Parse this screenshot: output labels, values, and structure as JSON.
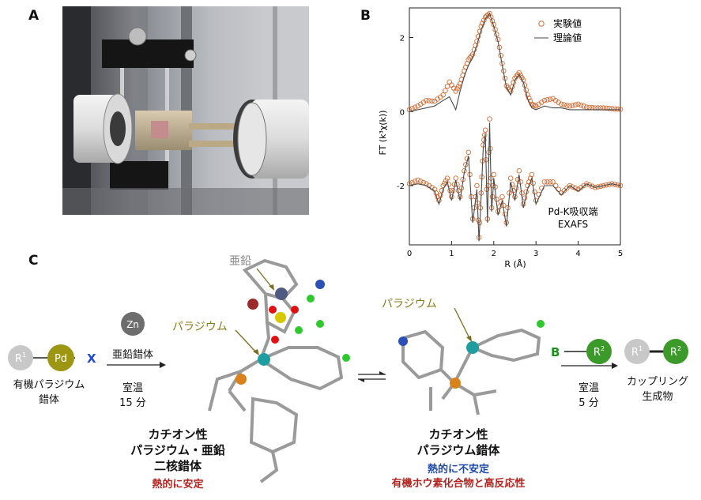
{
  "panels": {
    "a": "A",
    "b": "B",
    "c": "C"
  },
  "chart_data": {
    "type": "line",
    "xlabel": "R (Å)",
    "ylabel": "FT (k³χ(k))",
    "xlim": [
      0,
      5
    ],
    "ylim": [
      -3.6,
      2.8
    ],
    "xticks": [
      0,
      1,
      2,
      3,
      4,
      5
    ],
    "yticks": [
      2,
      0,
      -2
    ],
    "legend": {
      "position": "top-right",
      "entries": [
        "実験値",
        "理論値"
      ]
    },
    "annotation": [
      "Pd-K吸収端",
      "EXAFS"
    ],
    "series": [
      {
        "name": "実験値",
        "offset_group": "upper",
        "x": [
          0.0,
          0.2,
          0.4,
          0.6,
          0.8,
          0.95,
          1.1,
          1.2,
          1.3,
          1.4,
          1.5,
          1.6,
          1.7,
          1.8,
          1.9,
          2.0,
          2.1,
          2.2,
          2.3,
          2.4,
          2.5,
          2.6,
          2.7,
          2.8,
          2.9,
          3.0,
          3.2,
          3.4,
          3.6,
          3.8,
          4.0,
          4.2,
          4.4,
          4.6,
          4.8,
          5.0
        ],
        "y": [
          0.05,
          0.15,
          0.3,
          0.28,
          0.45,
          0.8,
          0.55,
          0.75,
          1.1,
          1.4,
          1.55,
          1.9,
          2.3,
          2.55,
          2.65,
          2.35,
          1.95,
          1.3,
          0.7,
          0.55,
          0.9,
          1.05,
          0.85,
          0.45,
          0.2,
          0.15,
          0.3,
          0.35,
          0.2,
          0.15,
          0.2,
          0.12,
          0.1,
          0.1,
          0.08,
          0.06
        ]
      },
      {
        "name": "理論値",
        "offset_group": "upper",
        "x": [
          0.0,
          0.2,
          0.4,
          0.6,
          0.8,
          0.95,
          1.1,
          1.2,
          1.3,
          1.4,
          1.5,
          1.6,
          1.7,
          1.8,
          1.9,
          2.0,
          2.1,
          2.2,
          2.3,
          2.4,
          2.5,
          2.6,
          2.7,
          2.8,
          2.9,
          3.0,
          3.2,
          3.4,
          3.6,
          3.8,
          4.0,
          4.2,
          4.4,
          4.6,
          4.8,
          5.0
        ],
        "y": [
          0.0,
          0.05,
          0.1,
          0.15,
          0.3,
          0.4,
          0.05,
          0.55,
          0.95,
          1.25,
          1.45,
          1.8,
          2.2,
          2.5,
          2.65,
          2.3,
          1.9,
          1.25,
          0.65,
          0.45,
          0.85,
          1.0,
          0.8,
          0.35,
          0.1,
          0.05,
          0.15,
          0.1,
          0.1,
          0.05,
          0.05,
          0.05,
          0.05,
          0.05,
          0.05,
          0.05
        ]
      },
      {
        "name": "実験値 (imag)",
        "offset_group": "lower",
        "x": [
          0.0,
          0.2,
          0.4,
          0.6,
          0.7,
          0.8,
          0.9,
          1.0,
          1.1,
          1.2,
          1.3,
          1.4,
          1.5,
          1.6,
          1.65,
          1.7,
          1.75,
          1.8,
          1.85,
          1.9,
          1.95,
          2.0,
          2.1,
          2.2,
          2.3,
          2.4,
          2.5,
          2.6,
          2.7,
          2.8,
          2.9,
          3.0,
          3.2,
          3.4,
          3.6,
          3.8,
          4.0,
          4.2,
          4.4,
          4.6,
          4.8,
          5.0
        ],
        "y": [
          -1.95,
          -1.85,
          -1.95,
          -2.1,
          -2.4,
          -2.0,
          -1.8,
          -2.3,
          -1.8,
          -2.3,
          -1.6,
          -1.1,
          -2.9,
          -2.0,
          -3.4,
          -2.2,
          -0.9,
          -0.5,
          -2.9,
          -0.2,
          -2.6,
          -1.7,
          -2.7,
          -2.3,
          -3.0,
          -1.8,
          -2.3,
          -1.6,
          -2.5,
          -2.0,
          -1.7,
          -2.4,
          -1.9,
          -1.9,
          -2.2,
          -2.0,
          -2.1,
          -1.95,
          -2.05,
          -2.0,
          -1.95,
          -2.0
        ]
      },
      {
        "name": "理論値 (imag)",
        "offset_group": "lower",
        "x": [
          0.0,
          0.2,
          0.4,
          0.6,
          0.7,
          0.8,
          0.9,
          1.0,
          1.1,
          1.2,
          1.3,
          1.4,
          1.5,
          1.6,
          1.65,
          1.7,
          1.75,
          1.8,
          1.85,
          1.9,
          1.95,
          2.0,
          2.1,
          2.2,
          2.3,
          2.4,
          2.5,
          2.6,
          2.7,
          2.8,
          2.9,
          3.0,
          3.2,
          3.4,
          3.6,
          3.8,
          4.0,
          4.2,
          4.4,
          4.6,
          4.8,
          5.0
        ],
        "y": [
          -2.0,
          -1.95,
          -2.0,
          -2.15,
          -2.5,
          -2.1,
          -1.9,
          -2.4,
          -1.85,
          -2.4,
          -1.65,
          -1.2,
          -3.0,
          -2.1,
          -3.5,
          -2.3,
          -1.0,
          -0.6,
          -3.0,
          -0.3,
          -2.7,
          -1.8,
          -2.8,
          -2.4,
          -3.1,
          -1.9,
          -2.4,
          -1.7,
          -2.6,
          -2.1,
          -1.8,
          -2.5,
          -2.0,
          -2.0,
          -2.25,
          -2.0,
          -2.15,
          -1.95,
          -2.05,
          -2.0,
          -1.95,
          -2.0
        ]
      }
    ]
  },
  "scheme": {
    "reactant": {
      "r": "R",
      "r_sup": "1",
      "pd": "Pd",
      "x": "X",
      "caption_line1": "有機パラジウム",
      "caption_line2": "錯体"
    },
    "zn": {
      "symbol": "Zn",
      "label": "亜鉛錯体",
      "cond1": "室温",
      "cond2": "15 分"
    },
    "complex1": {
      "zinc_label": "亜鉛",
      "pd_label": "パラジウム",
      "title1": "カチオン性",
      "title2": "パラジウム・亜鉛",
      "title3": "二核錯体",
      "note": "熱的に安定"
    },
    "complex2": {
      "pd_label": "パラジウム",
      "title1": "カチオン性",
      "title2": "パラジウム錯体",
      "note1": "熱的に不安定",
      "note2": "有機ホウ素化合物と高反応性"
    },
    "boron": {
      "b": "B",
      "r": "R",
      "r_sup": "2",
      "cond1": "室温",
      "cond2": "5 分"
    },
    "product": {
      "r1": "R",
      "r1_sup": "1",
      "r2": "R",
      "r2_sup": "2",
      "caption_line1": "カップリング",
      "caption_line2": "生成物"
    }
  }
}
